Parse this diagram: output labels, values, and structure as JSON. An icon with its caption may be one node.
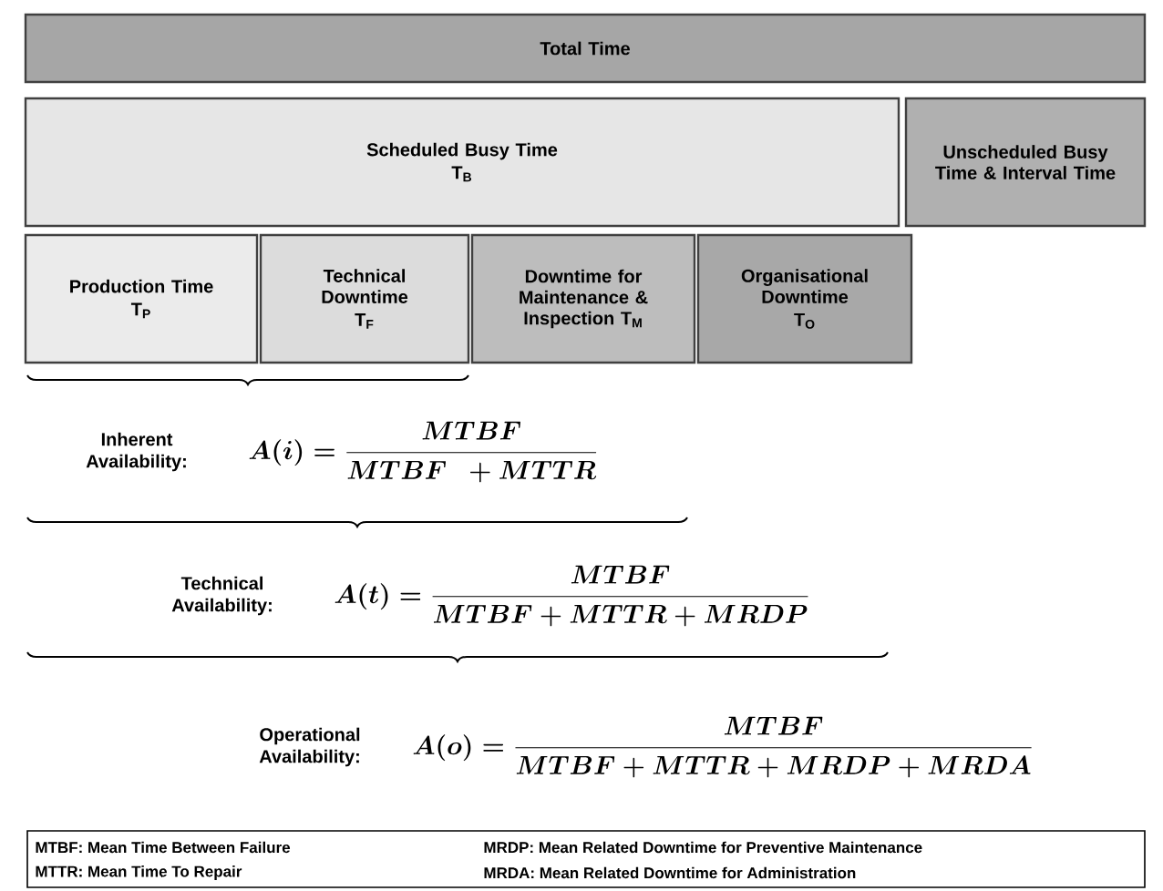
{
  "diagram": {
    "nodes": [
      {
        "text": [
          "Total Time"
        ]
      },
      {
        "text": [
          "Scheduled Busy Time",
          "T$_{B}$"
        ]
      },
      {
        "text": [
          "Unscheduled Busy Time & Interval Time"
        ]
      },
      {
        "text": [
          "Production Time",
          "T$_{P}$"
        ]
      },
      {
        "text": [
          "Technical Downtime",
          "T$_{F}$"
        ]
      },
      {
        "text": [
          "Downtime for Maintenance & Inspection T$_{M}$"
        ]
      },
      {
        "text": [
          "Organisational Downtime",
          "T$_{O}$"
        ]
      }
    ],
    "labels": [
      "Inherent Availability:",
      "A(i) = \\frac{MTBF}{MTBF\\ \\ + MTTR}",
      "Technical Availability:",
      "A(t) = \\frac{MTBF}{MTBF + MTTR + MRDP}",
      "Operational Availability:",
      "A(o) = \\frac{MTBF}{MTBF + MTTR + MRDP + MRDA}",
      "MTBF:  Mean Time Between Failure",
      "MRDP:  Mean Related Downtime for Preventive Maintenance",
      "MTTR:  Mean Time To Repair",
      "MRDA:  Mean Related Downtime for Administration"
    ]
  }
}
